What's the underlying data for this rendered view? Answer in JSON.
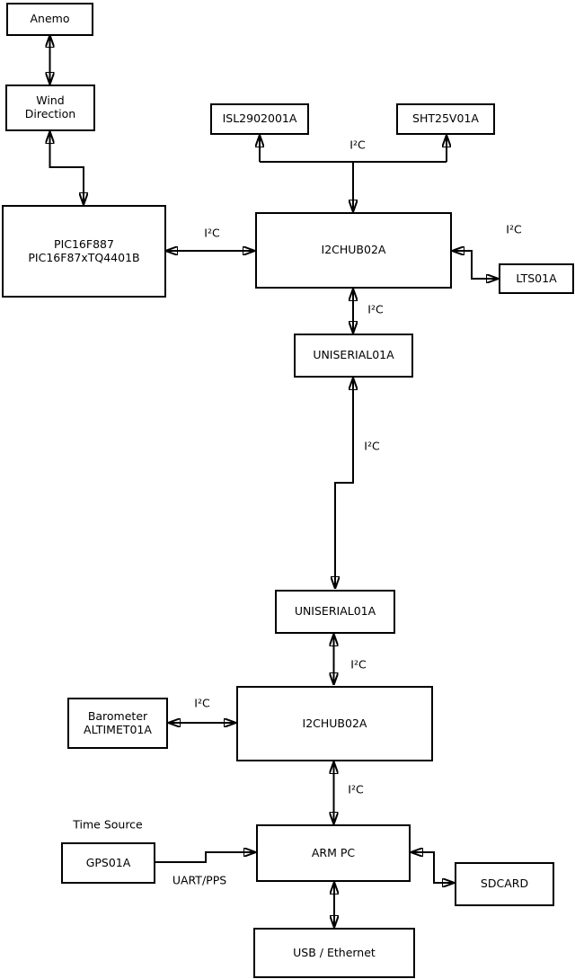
{
  "diagram": {
    "title_hint": "sensor-system-block-diagram",
    "colors": {
      "line": "#000000",
      "box_fill": "#ffffff",
      "text": "#000000",
      "background": "#ffffff"
    },
    "nodes": {
      "anemo": {
        "label": "Anemo"
      },
      "wind_direction": {
        "line1": "Wind",
        "line2": "Direction"
      },
      "pic": {
        "line1": "PIC16F887",
        "line2": "PIC16F87xTQ4401B"
      },
      "isl": {
        "label": "ISL2902001A"
      },
      "sht": {
        "label": "SHT25V01A"
      },
      "i2c_hub_top": {
        "label": "I2CHUB02A"
      },
      "lts": {
        "label": "LTS01A"
      },
      "uniserial_top": {
        "label": "UNISERIAL01A"
      },
      "uniserial_bottom": {
        "label": "UNISERIAL01A"
      },
      "i2c_hub_bottom": {
        "label": "I2CHUB02A"
      },
      "barometer": {
        "line1": "Barometer",
        "line2": "ALTIMET01A"
      },
      "gps": {
        "label": "GPS01A"
      },
      "arm_pc": {
        "label": "ARM PC"
      },
      "sdcard": {
        "label": "SDCARD"
      },
      "usb_ethernet": {
        "label": "USB / Ethernet"
      }
    },
    "edge_labels": {
      "bus_top": "I²C",
      "pic_hub": "I²C",
      "hub_lts": "I²C",
      "hub_uniserial": "I²C",
      "uniserial_link": "I²C",
      "uniserial_hub2": "I²C",
      "barometer_hub2": "I²C",
      "hub2_armpc": "I²C",
      "gps_armpc": "UART/PPS",
      "time_source": "Time Source"
    }
  }
}
